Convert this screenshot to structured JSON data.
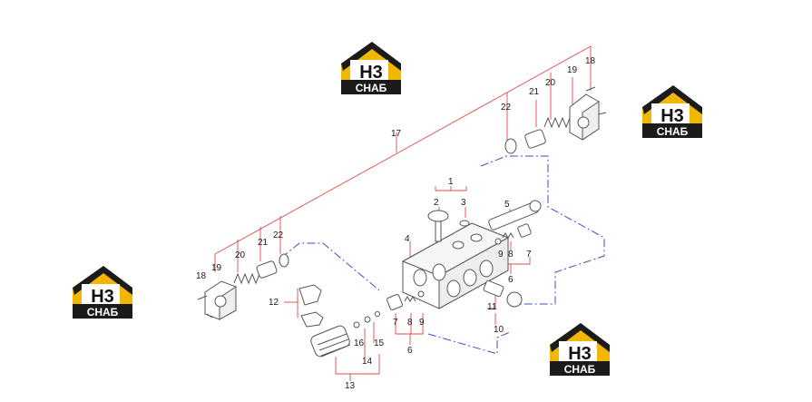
{
  "brand": {
    "mark": "H3",
    "name": "СНАБ",
    "accent_color": "#f2b705",
    "dark_color": "#1b1b1b"
  },
  "diagram": {
    "leader_color": "#e04848",
    "hydraulic_line_color": "#3a4fc9",
    "part_outline_color": "#555555",
    "callouts": {
      "c1": "1",
      "c2": "2",
      "c3": "3",
      "c4": "4",
      "c5": "5",
      "c6a": "6",
      "c6b": "6",
      "c7a": "7",
      "c7b": "7",
      "c8a": "8",
      "c8b": "8",
      "c9a": "9",
      "c9b": "9",
      "c10": "10",
      "c11": "11",
      "c12": "12",
      "c13": "13",
      "c14": "14",
      "c15": "15",
      "c16": "16",
      "c17": "17",
      "c18a": "18",
      "c18b": "18",
      "c19a": "19",
      "c19b": "19",
      "c20a": "20",
      "c20b": "20",
      "c21a": "21",
      "c21b": "21",
      "c22a": "22",
      "c22b": "22"
    }
  }
}
